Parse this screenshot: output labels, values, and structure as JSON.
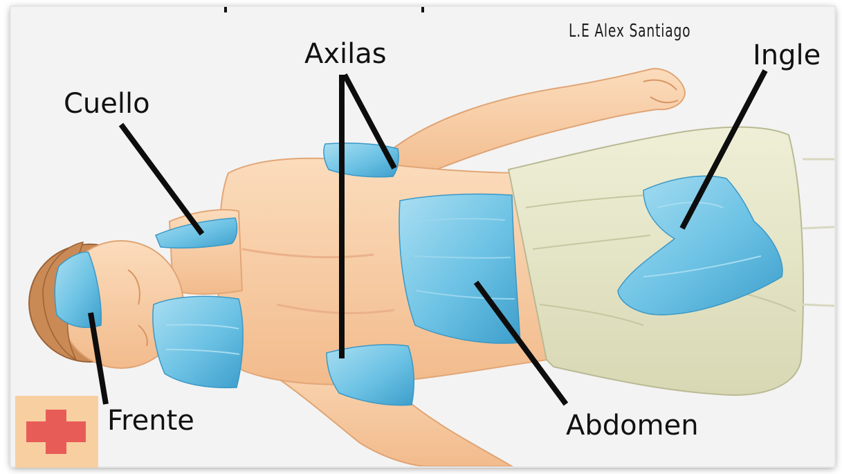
{
  "author": "L.E Alex Santiago",
  "labels": {
    "cuello": "Cuello",
    "axilas": "Axilas",
    "ingle": "Ingle",
    "frente": "Frente",
    "abdomen": "Abdomen"
  },
  "colors": {
    "skin": "#f6c9a0",
    "skin_shadow": "#e59f6e",
    "hair": "#c98a55",
    "ice_pack": "#7cc9e6",
    "ice_pack_dark": "#3fa3cf",
    "sheet": "#e6e6c6",
    "sheet_shadow": "#c8c8a3",
    "leader_line": "#0d0d0d",
    "badge_bg": "#f7cfa0",
    "badge_cross": "#e85c58"
  },
  "icons": {
    "badge": "red-cross-icon"
  }
}
